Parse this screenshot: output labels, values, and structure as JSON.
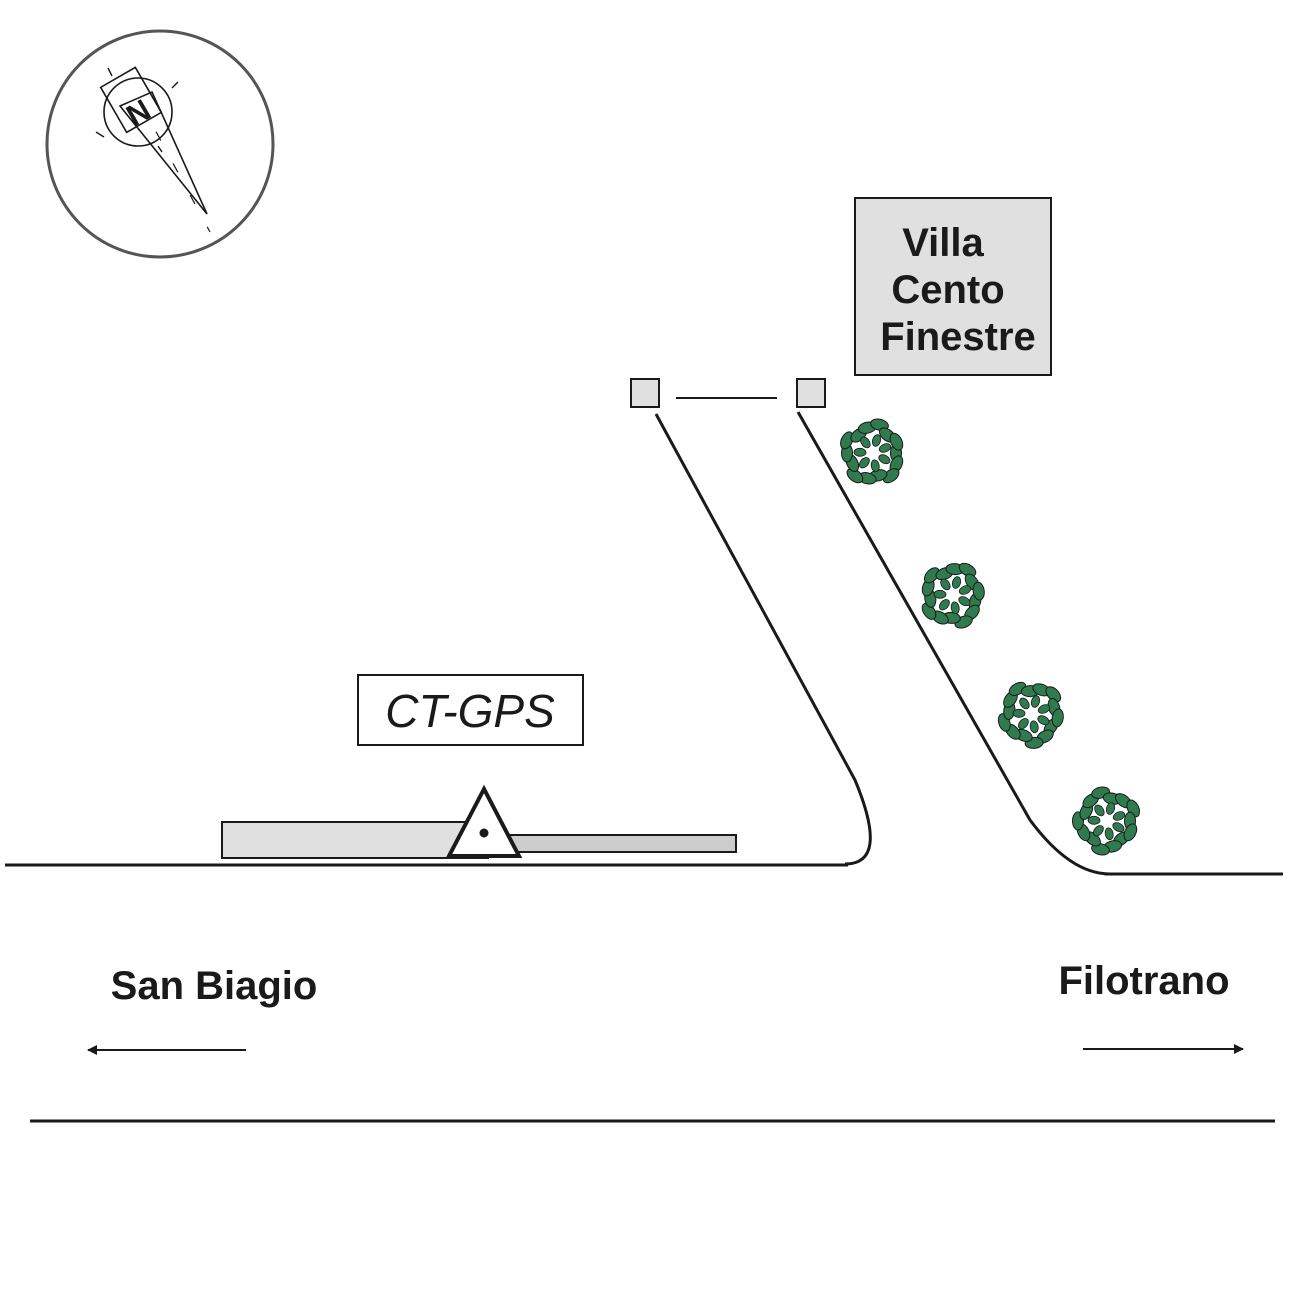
{
  "compass": {
    "letter": "N",
    "icon": "north-arrow-icon"
  },
  "villa": {
    "lines": [
      "Villa",
      "Cento",
      "Finestre"
    ],
    "fill": "#e0e0e0"
  },
  "station": {
    "label": "CT-GPS",
    "icon": "triangle-benchmark-icon"
  },
  "destinations": {
    "left": {
      "label": "San Biagio",
      "icon": "arrow-left-icon"
    },
    "right": {
      "label": "Filotrano",
      "icon": "arrow-right-icon"
    }
  },
  "trees": {
    "count": 4,
    "icon": "tree-icon",
    "color": "#2f7a4e"
  },
  "colors": {
    "line": "#1a1a1a",
    "building_fill": "#e0e0e0",
    "platform_fill": "#cccccc"
  }
}
